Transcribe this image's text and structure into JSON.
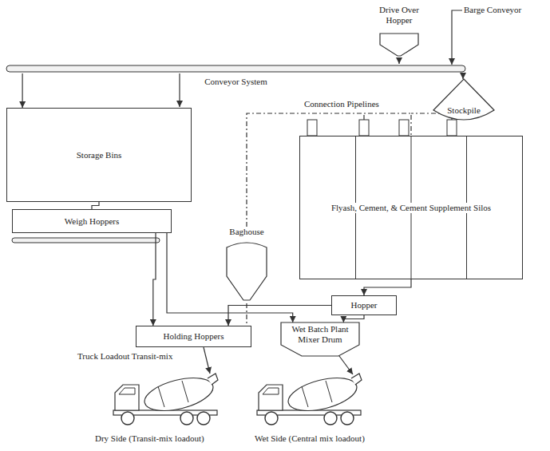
{
  "diagram": {
    "nodes": [
      {
        "text": [
          "Drive Over Hopper"
        ]
      },
      {
        "text": [
          "Conveyor System"
        ]
      },
      {
        "text": [
          "Stockpile"
        ]
      },
      {
        "text": [
          "Storage Bins"
        ]
      },
      {
        "text": [
          "Weigh Hoppers"
        ]
      },
      {
        "text": [
          "Baghouse"
        ]
      },
      {
        "text": [
          "Flyash, Cement, & Cement Supplement Silos"
        ]
      },
      {
        "text": [
          "Hopper"
        ]
      },
      {
        "text": [
          "Holding Hoppers"
        ]
      },
      {
        "text": [
          "Wet Batch Plant Mixer Drum"
        ]
      }
    ],
    "edges": [
      {
        "from": 0,
        "to": 1,
        "arrow": "to"
      },
      {
        "from": 1,
        "to": 3,
        "arrow": "to"
      },
      {
        "from": 3,
        "to": 4,
        "arrow": "none"
      },
      {
        "from": 4,
        "to": 8,
        "arrow": "to"
      },
      {
        "from": 4,
        "to": 9,
        "arrow": "to"
      },
      {
        "from": 6,
        "to": 7,
        "arrow": "to"
      },
      {
        "from": 7,
        "to": 8,
        "arrow": "to"
      },
      {
        "from": 7,
        "to": 9,
        "arrow": "to"
      },
      {
        "from": 5,
        "to": 6,
        "arrow": "none"
      },
      {
        "from": 5,
        "to": 8,
        "arrow": "none"
      }
    ],
    "labels": [
      "Barge Conveyor",
      "Connection Pipelines",
      "Truck Loadout Transit-mix",
      "Dry Side (Transit-mix loadout)",
      "Wet Side (Central mix loadout)"
    ]
  }
}
